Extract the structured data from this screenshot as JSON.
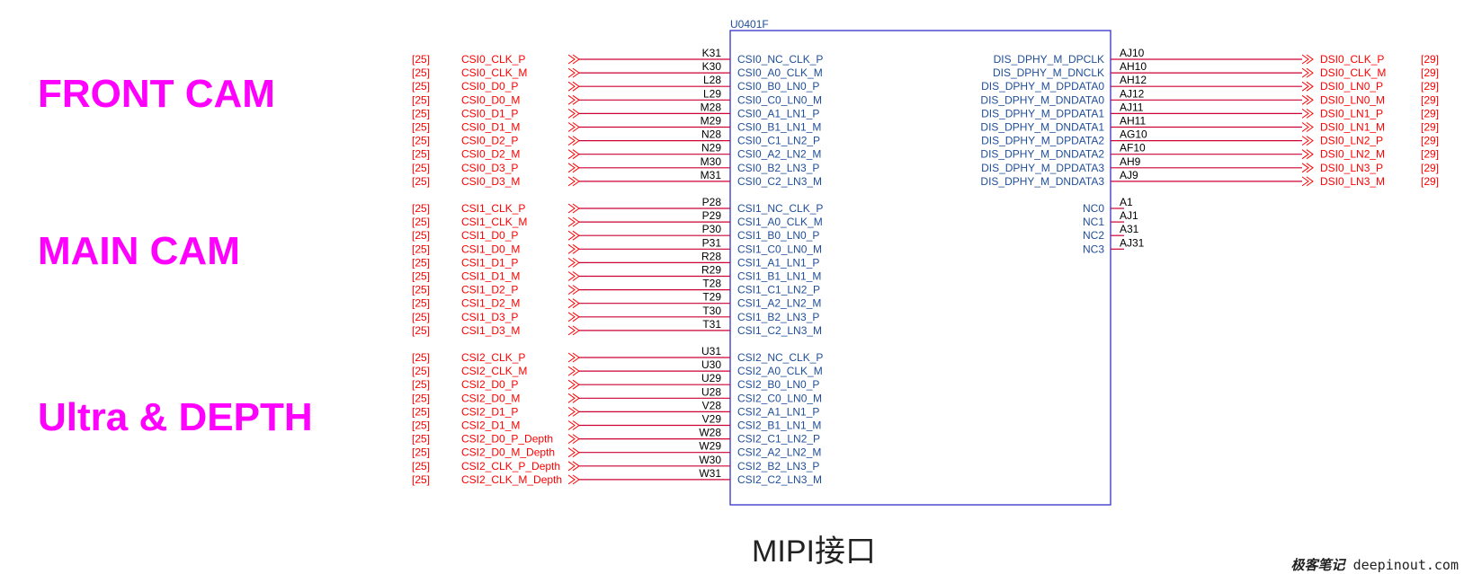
{
  "chip": {
    "ref": "U0401F",
    "colors": {
      "box": "#3333cc",
      "pin_name": "#1f4e9a",
      "net": "#ff0000",
      "wire": "#cc0033",
      "pad": "#000000"
    }
  },
  "groups": [
    "FRONT CAM",
    "MAIN CAM",
    "Ultra & DEPTH"
  ],
  "left_nets": [
    [
      {
        "sheet": "[25]",
        "net": "CSI0_CLK_P",
        "pad": "K31",
        "pin": "CSI0_NC_CLK_P"
      },
      {
        "sheet": "[25]",
        "net": "CSI0_CLK_M",
        "pad": "K30",
        "pin": "CSI0_A0_CLK_M"
      },
      {
        "sheet": "[25]",
        "net": "CSI0_D0_P",
        "pad": "L28",
        "pin": "CSI0_B0_LN0_P"
      },
      {
        "sheet": "[25]",
        "net": "CSI0_D0_M",
        "pad": "L29",
        "pin": "CSI0_C0_LN0_M"
      },
      {
        "sheet": "[25]",
        "net": "CSI0_D1_P",
        "pad": "M28",
        "pin": "CSI0_A1_LN1_P"
      },
      {
        "sheet": "[25]",
        "net": "CSI0_D1_M",
        "pad": "M29",
        "pin": "CSI0_B1_LN1_M"
      },
      {
        "sheet": "[25]",
        "net": "CSI0_D2_P",
        "pad": "N28",
        "pin": "CSI0_C1_LN2_P"
      },
      {
        "sheet": "[25]",
        "net": "CSI0_D2_M",
        "pad": "N29",
        "pin": "CSI0_A2_LN2_M"
      },
      {
        "sheet": "[25]",
        "net": "CSI0_D3_P",
        "pad": "M30",
        "pin": "CSI0_B2_LN3_P"
      },
      {
        "sheet": "[25]",
        "net": "CSI0_D3_M",
        "pad": "M31",
        "pin": "CSI0_C2_LN3_M"
      }
    ],
    [
      {
        "sheet": "[25]",
        "net": "CSI1_CLK_P",
        "pad": "P28",
        "pin": "CSI1_NC_CLK_P"
      },
      {
        "sheet": "[25]",
        "net": "CSI1_CLK_M",
        "pad": "P29",
        "pin": "CSI1_A0_CLK_M"
      },
      {
        "sheet": "[25]",
        "net": "CSI1_D0_P",
        "pad": "P30",
        "pin": "CSI1_B0_LN0_P"
      },
      {
        "sheet": "[25]",
        "net": "CSI1_D0_M",
        "pad": "P31",
        "pin": "CSI1_C0_LN0_M"
      },
      {
        "sheet": "[25]",
        "net": "CSI1_D1_P",
        "pad": "R28",
        "pin": "CSI1_A1_LN1_P"
      },
      {
        "sheet": "[25]",
        "net": "CSI1_D1_M",
        "pad": "R29",
        "pin": "CSI1_B1_LN1_M"
      },
      {
        "sheet": "[25]",
        "net": "CSI1_D2_P",
        "pad": "T28",
        "pin": "CSI1_C1_LN2_P"
      },
      {
        "sheet": "[25]",
        "net": "CSI1_D2_M",
        "pad": "T29",
        "pin": "CSI1_A2_LN2_M"
      },
      {
        "sheet": "[25]",
        "net": "CSI1_D3_P",
        "pad": "T30",
        "pin": "CSI1_B2_LN3_P"
      },
      {
        "sheet": "[25]",
        "net": "CSI1_D3_M",
        "pad": "T31",
        "pin": "CSI1_C2_LN3_M"
      }
    ],
    [
      {
        "sheet": "[25]",
        "net": "CSI2_CLK_P",
        "pad": "U31",
        "pin": "CSI2_NC_CLK_P"
      },
      {
        "sheet": "[25]",
        "net": "CSI2_CLK_M",
        "pad": "U30",
        "pin": "CSI2_A0_CLK_M"
      },
      {
        "sheet": "[25]",
        "net": "CSI2_D0_P",
        "pad": "U29",
        "pin": "CSI2_B0_LN0_P"
      },
      {
        "sheet": "[25]",
        "net": "CSI2_D0_M",
        "pad": "U28",
        "pin": "CSI2_C0_LN0_M"
      },
      {
        "sheet": "[25]",
        "net": "CSI2_D1_P",
        "pad": "V28",
        "pin": "CSI2_A1_LN1_P"
      },
      {
        "sheet": "[25]",
        "net": "CSI2_D1_M",
        "pad": "V29",
        "pin": "CSI2_B1_LN1_M"
      },
      {
        "sheet": "[25]",
        "net": "CSI2_D0_P_Depth",
        "pad": "W28",
        "pin": "CSI2_C1_LN2_P"
      },
      {
        "sheet": "[25]",
        "net": "CSI2_D0_M_Depth",
        "pad": "W29",
        "pin": "CSI2_A2_LN2_M"
      },
      {
        "sheet": "[25]",
        "net": "CSI2_CLK_P_Depth",
        "pad": "W30",
        "pin": "CSI2_B2_LN3_P"
      },
      {
        "sheet": "[25]",
        "net": "CSI2_CLK_M_Depth",
        "pad": "W31",
        "pin": "CSI2_C2_LN3_M"
      }
    ]
  ],
  "right_nets": [
    {
      "pin": "DIS_DPHY_M_DPCLK",
      "pad": "AJ10",
      "net": "DSI0_CLK_P",
      "sheet": "[29]"
    },
    {
      "pin": "DIS_DPHY_M_DNCLK",
      "pad": "AH10",
      "net": "DSI0_CLK_M",
      "sheet": "[29]"
    },
    {
      "pin": "DIS_DPHY_M_DPDATA0",
      "pad": "AH12",
      "net": "DSI0_LN0_P",
      "sheet": "[29]"
    },
    {
      "pin": "DIS_DPHY_M_DNDATA0",
      "pad": "AJ12",
      "net": "DSI0_LN0_M",
      "sheet": "[29]"
    },
    {
      "pin": "DIS_DPHY_M_DPDATA1",
      "pad": "AJ11",
      "net": "DSI0_LN1_P",
      "sheet": "[29]"
    },
    {
      "pin": "DIS_DPHY_M_DNDATA1",
      "pad": "AH11",
      "net": "DSI0_LN1_M",
      "sheet": "[29]"
    },
    {
      "pin": "DIS_DPHY_M_DPDATA2",
      "pad": "AG10",
      "net": "DSI0_LN2_P",
      "sheet": "[29]"
    },
    {
      "pin": "DIS_DPHY_M_DNDATA2",
      "pad": "AF10",
      "net": "DSI0_LN2_M",
      "sheet": "[29]"
    },
    {
      "pin": "DIS_DPHY_M_DPDATA3",
      "pad": "AH9",
      "net": "DSI0_LN3_P",
      "sheet": "[29]"
    },
    {
      "pin": "DIS_DPHY_M_DNDATA3",
      "pad": "AJ9",
      "net": "DSI0_LN3_M",
      "sheet": "[29]"
    }
  ],
  "nc_pins": [
    {
      "pin": "NC0",
      "pad": "A1"
    },
    {
      "pin": "NC1",
      "pad": "AJ1"
    },
    {
      "pin": "NC2",
      "pad": "A31"
    },
    {
      "pin": "NC3",
      "pad": "AJ31"
    }
  ],
  "caption": "MIPI接口",
  "watermark": {
    "cn": "极客笔记",
    "url": "deepinout.com"
  }
}
